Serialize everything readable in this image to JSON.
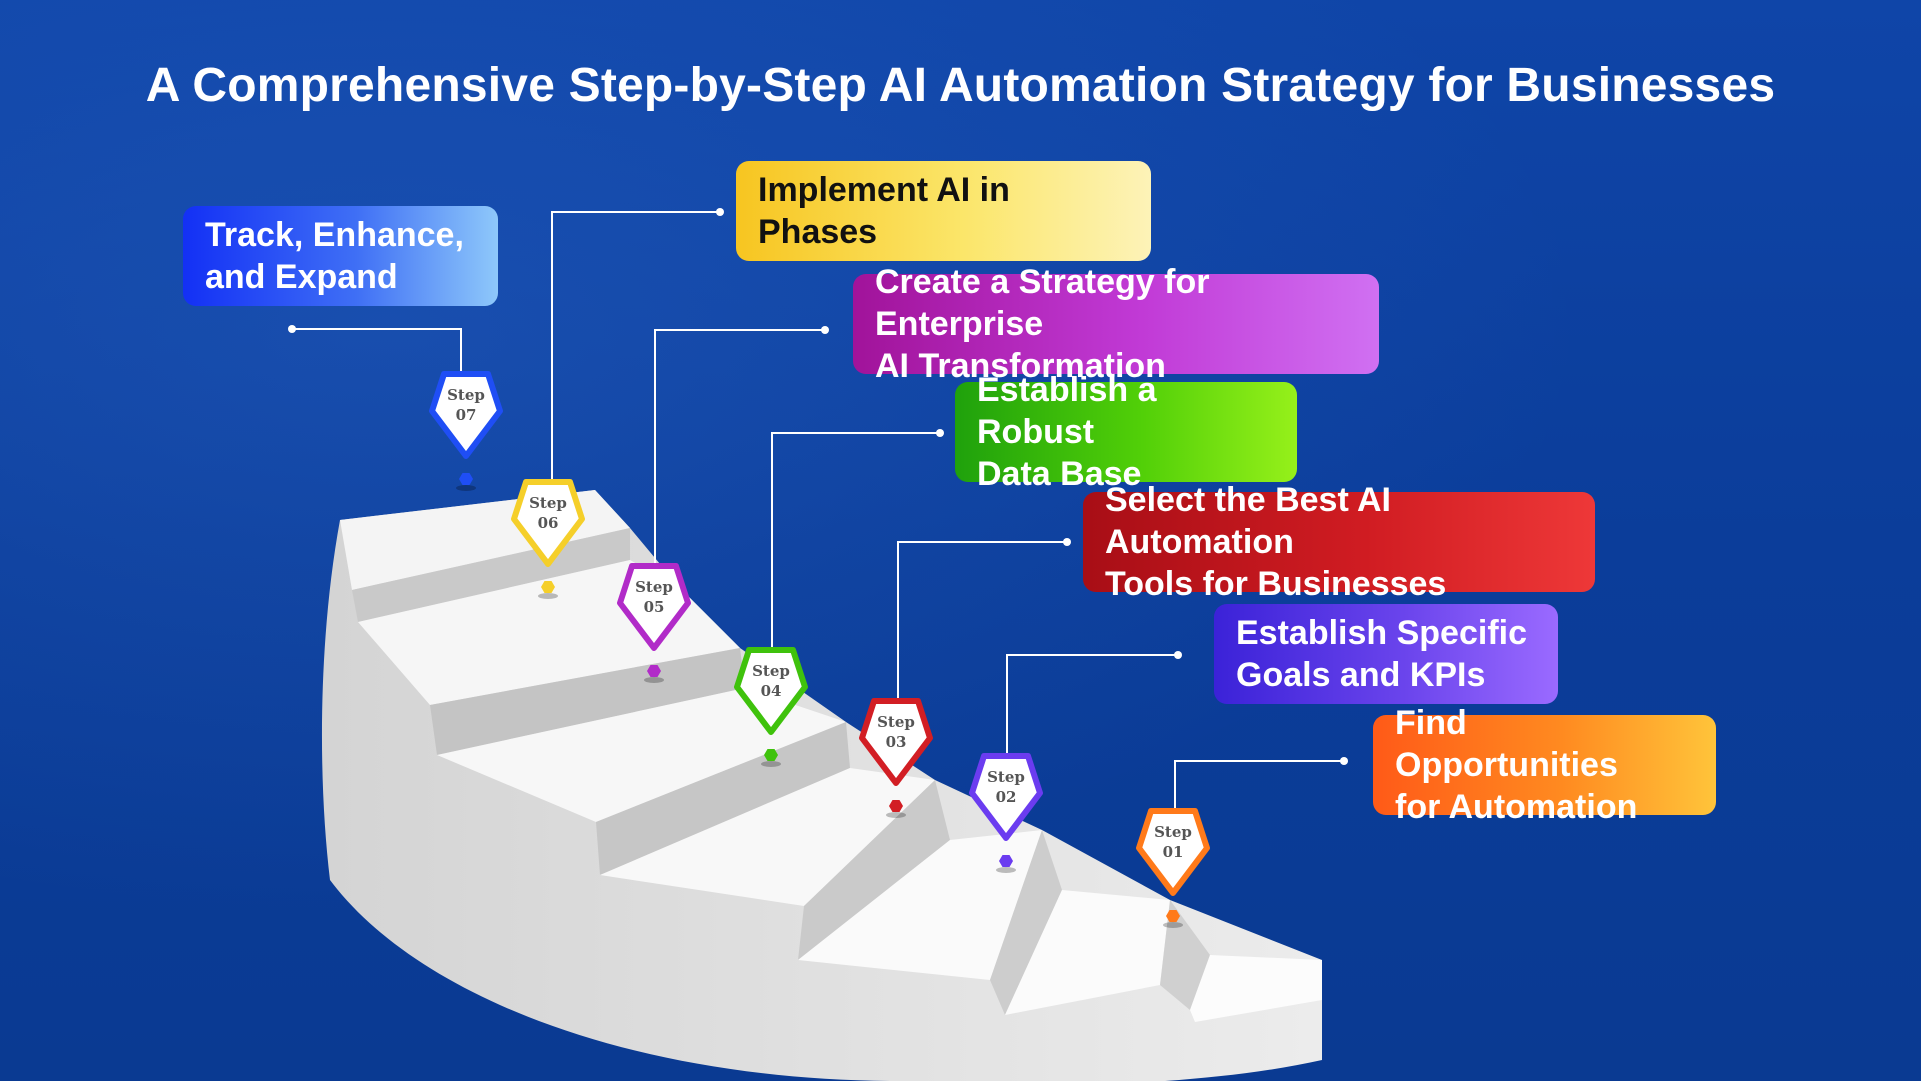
{
  "title": "A Comprehensive Step-by-Step AI Automation Strategy for Businesses",
  "steps": [
    {
      "badge": [
        "Step",
        "01"
      ],
      "text": [
        "Find Opportunities",
        "for Automation"
      ],
      "color": "#ff7a1a"
    },
    {
      "badge": [
        "Step",
        "02"
      ],
      "text": [
        "Establish Specific",
        "Goals and KPIs"
      ],
      "color": "#6b3cf0"
    },
    {
      "badge": [
        "Step",
        "03"
      ],
      "text": [
        "Select the Best AI Automation",
        "Tools for Businesses"
      ],
      "color": "#d21e24"
    },
    {
      "badge": [
        "Step",
        "04"
      ],
      "text": [
        "Establish a Robust",
        "Data Base"
      ],
      "color": "#3fc20c"
    },
    {
      "badge": [
        "Step",
        "05"
      ],
      "text": [
        "Create a Strategy for Enterprise",
        "AI Transformation"
      ],
      "color": "#b12bc8"
    },
    {
      "badge": [
        "Step",
        "06"
      ],
      "text": [
        "Implement AI in Phases"
      ],
      "color": "#f5cf2a"
    },
    {
      "badge": [
        "Step",
        "07"
      ],
      "text": [
        "Track, Enhance,",
        "and Expand"
      ],
      "color": "#1f4ef5"
    }
  ]
}
